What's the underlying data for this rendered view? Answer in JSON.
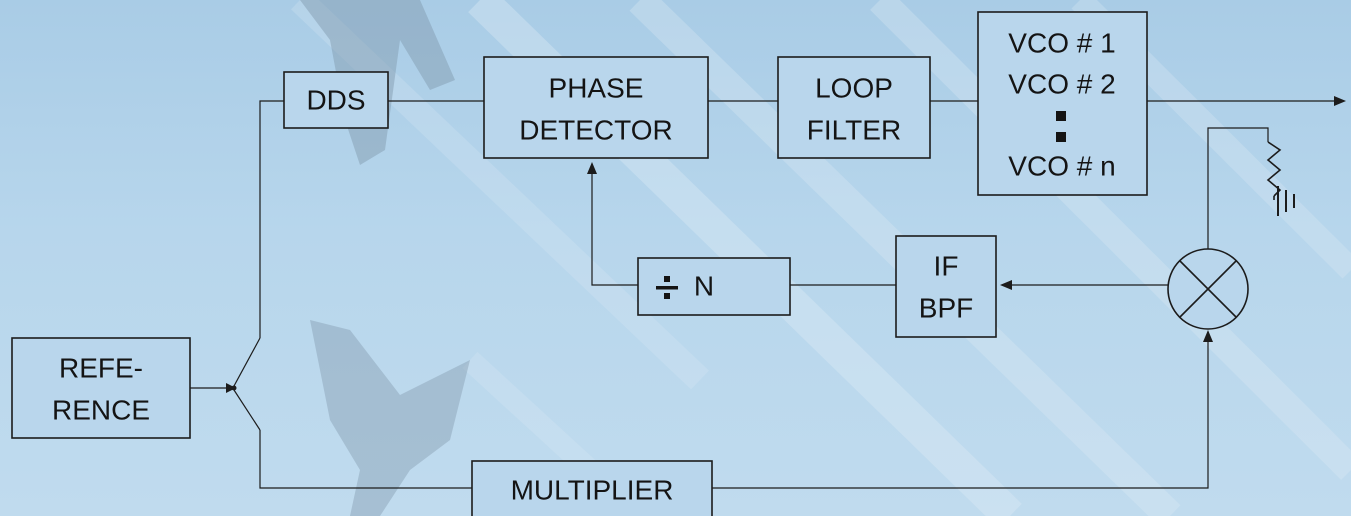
{
  "blocks": {
    "reference": [
      "REFE-",
      "RENCE"
    ],
    "dds": [
      "DDS"
    ],
    "phase_detector": [
      "PHASE",
      "DETECTOR"
    ],
    "loop_filter": [
      "LOOP",
      "FILTER"
    ],
    "vco_bank": [
      "VCO # 1",
      "VCO # 2",
      "VCO # n"
    ],
    "divider": [
      "N"
    ],
    "if_bpf": [
      "IF",
      "BPF"
    ],
    "multiplier": [
      "MULTIPLIER"
    ]
  },
  "colors": {
    "background": "#b7d6ec",
    "line": "#1c1c1c",
    "text": "#141414"
  },
  "icons": [
    "divide-icon",
    "mixer-icon",
    "antenna-ground-icon",
    "switch-icon"
  ]
}
